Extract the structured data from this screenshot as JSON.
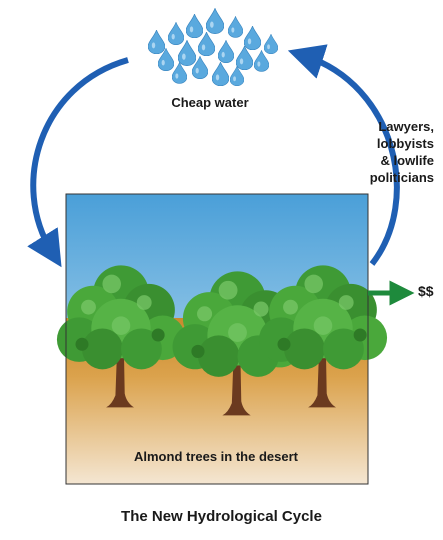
{
  "diagram": {
    "water_label": "Cheap water",
    "lobby_lines": [
      "Lawyers,",
      "lobbyists",
      "& lowlife",
      "politicians"
    ],
    "money_label": "$$",
    "field_label": "Almond trees in the desert",
    "title": "The New Hydrological Cycle"
  },
  "colors": {
    "cycle_arrow": "#1f5fb3",
    "money_arrow": "#1e8a3c",
    "sky_top": "#4a9fd8",
    "sky_bottom": "#cfe6f3",
    "ground": "#d99a3c",
    "drop": "#5aa9de",
    "foliage": "#3f9a35",
    "trunk": "#6b3a1f"
  },
  "icons": [
    "water-drop-icon",
    "almond-tree-icon"
  ]
}
